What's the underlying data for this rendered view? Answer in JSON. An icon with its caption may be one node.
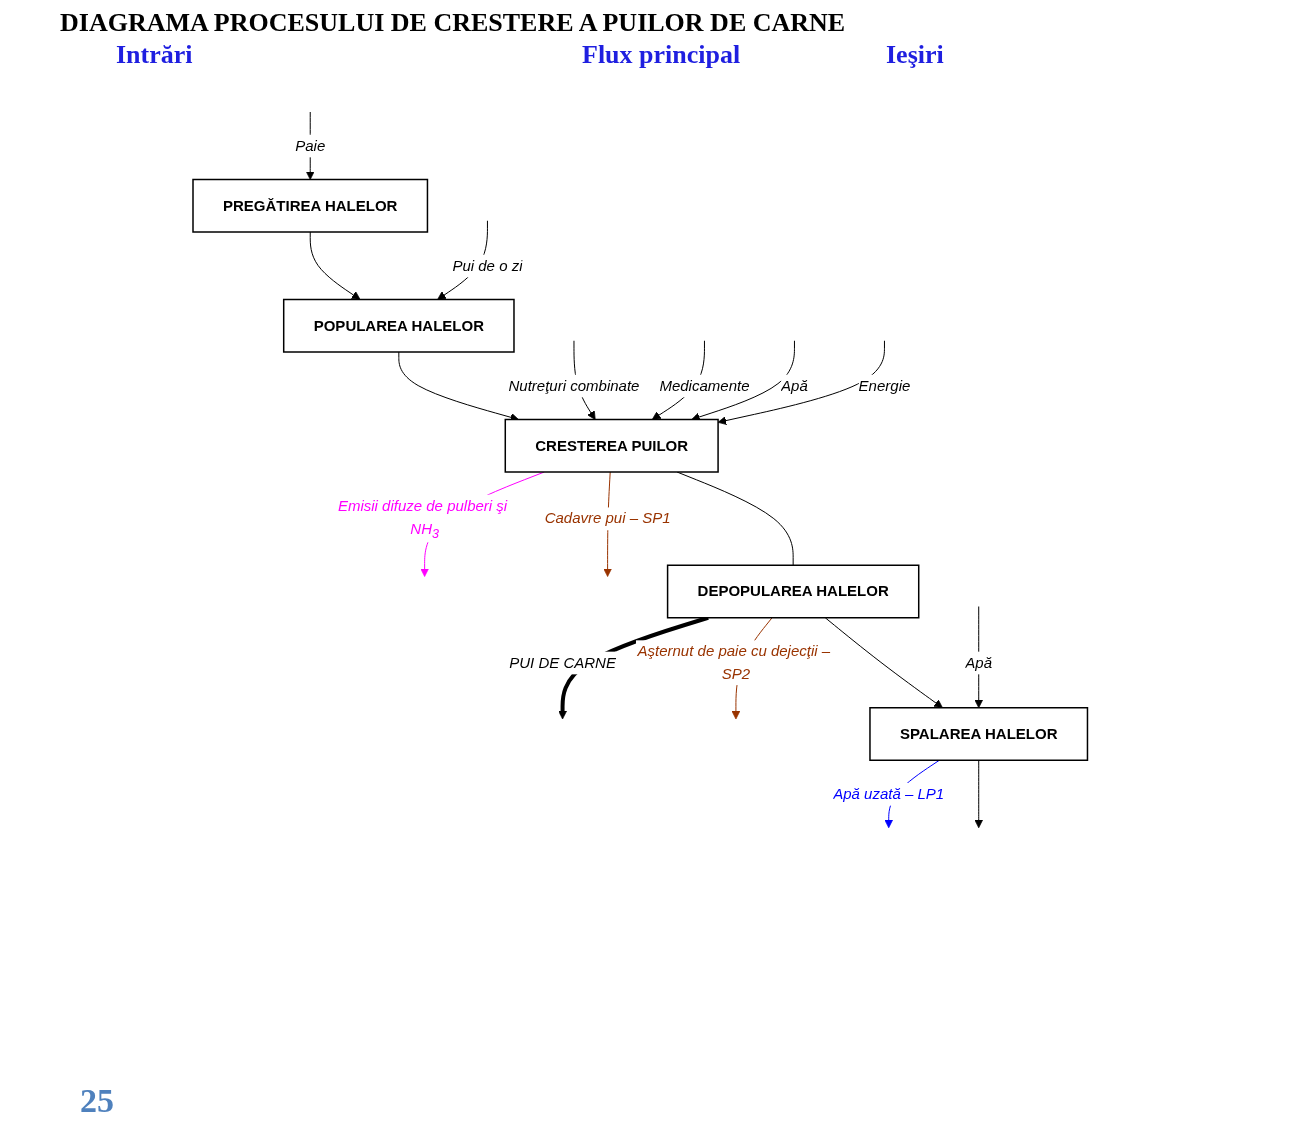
{
  "diagram": {
    "title": "DIAGRAMA PROCESULUI DE CRESTERE A PUILOR DE CARNE",
    "nodes": [
      {
        "text": [
          "PREGĂTIREA HALELOR"
        ]
      },
      {
        "text": [
          "POPULAREA HALELOR"
        ]
      },
      {
        "text": [
          "CRESTEREA PUILOR"
        ]
      },
      {
        "text": [
          "DEPOPULAREA HALELOR"
        ]
      },
      {
        "text": [
          "SPALAREA HALELOR"
        ]
      }
    ],
    "edges": [
      {
        "from": null,
        "to": 0,
        "arrow": "to",
        "label": "Paie"
      },
      {
        "from": 0,
        "to": 1,
        "arrow": "to"
      },
      {
        "from": null,
        "to": 1,
        "arrow": "to",
        "label": "Pui de o zi"
      },
      {
        "from": 1,
        "to": 2,
        "arrow": "to"
      },
      {
        "from": null,
        "to": 2,
        "arrow": "to",
        "label": "Nutreţuri combinate"
      },
      {
        "from": null,
        "to": 2,
        "arrow": "to",
        "label": "Medicamente"
      },
      {
        "from": null,
        "to": 2,
        "arrow": "to",
        "label": "Apă"
      },
      {
        "from": null,
        "to": 2,
        "arrow": "to",
        "label": "Energie"
      },
      {
        "from": 2,
        "to": null,
        "arrow": "to",
        "label": "Emisii difuze de pulberi şi NH$_{3}$",
        "color": "#ff00ff"
      },
      {
        "from": 2,
        "to": null,
        "arrow": "to",
        "label": "Cadavre pui – SP1",
        "color": "#993300"
      },
      {
        "from": 2,
        "to": 3,
        "arrow": "none"
      },
      {
        "from": 3,
        "to": null,
        "arrow": "to",
        "label": "PUI DE CARNE",
        "style": "thick"
      },
      {
        "from": 3,
        "to": null,
        "arrow": "to",
        "label": "Aşternut de paie cu dejecţii – SP2",
        "color": "#993300"
      },
      {
        "from": 3,
        "to": 4,
        "arrow": "to"
      },
      {
        "from": null,
        "to": 4,
        "arrow": "to",
        "label": "Apă"
      },
      {
        "from": 4,
        "to": null,
        "arrow": "to",
        "label": "Apă uzată – LP1",
        "color": "#0000ff"
      },
      {
        "from": 4,
        "to": null,
        "arrow": "to"
      }
    ],
    "labels": [
      "Intrări",
      "Flux principal",
      "Ieşiri",
      "25"
    ]
  }
}
